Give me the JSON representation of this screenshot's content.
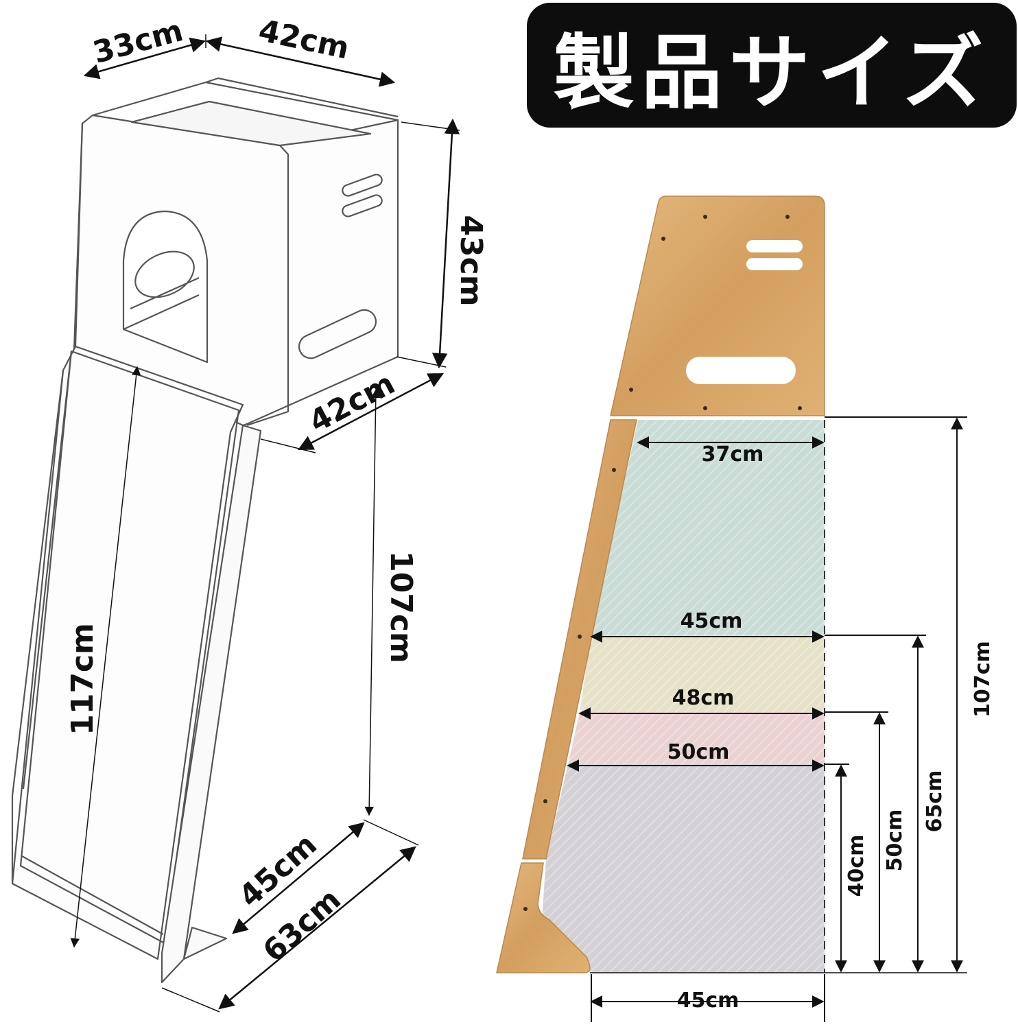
{
  "title": "製品サイズ",
  "iso_view": {
    "top_width": "33cm",
    "top_depth": "42cm",
    "box_height": "43cm",
    "box_depth": "42cm",
    "slide_height": "107cm",
    "slide_length": "117cm",
    "base_depth": "45cm",
    "total_depth": "63cm"
  },
  "side_view": {
    "widths": [
      "37cm",
      "45cm",
      "48cm",
      "50cm"
    ],
    "base_width": "45cm",
    "heights": [
      "107cm",
      "65cm",
      "50cm",
      "40cm"
    ]
  },
  "colors": {
    "wood": "#d7a66a",
    "zone_top": "#c9ddd6",
    "zone_2": "#e6e2c8",
    "zone_3": "#ead2d3",
    "zone_4": "#d4d1d6"
  }
}
